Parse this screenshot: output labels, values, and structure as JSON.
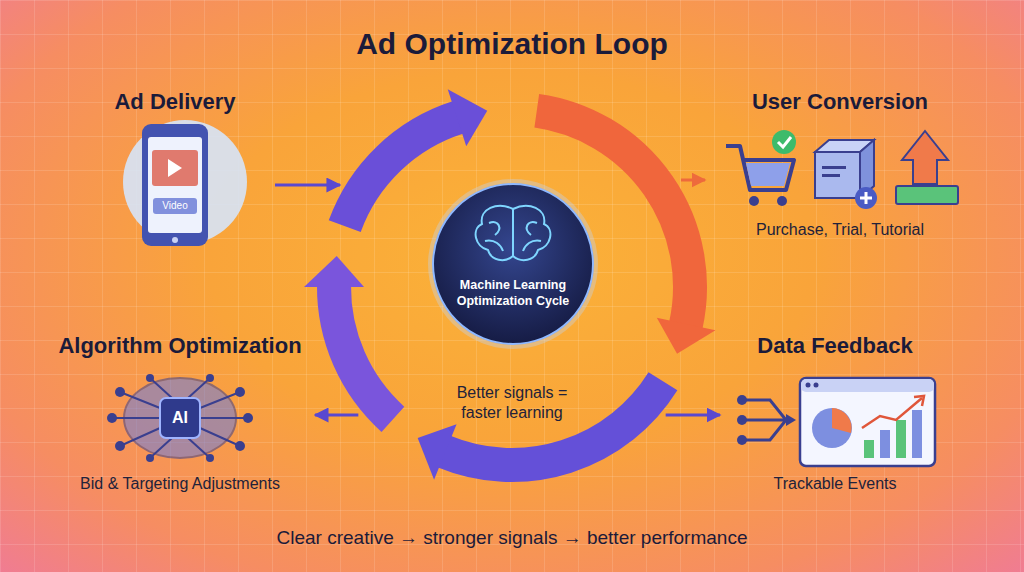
{
  "diagram": {
    "title": "Ad Optimization Loop",
    "caption": "Clear creative → stronger signals → better performance",
    "nodes": [
      {
        "text": [
          "Ad Delivery"
        ]
      },
      {
        "text": [
          "User Conversion",
          "Purchase, Trial, Tutorial"
        ]
      },
      {
        "text": [
          "Better signals = faster learning"
        ]
      },
      {
        "text": [
          "Machine Learning Optimization Cycle"
        ],
        "in": 2
      },
      {
        "text": [
          "Algorithm Optimization",
          "Bid & Targeting Adjustments"
        ]
      },
      {
        "text": [
          "Data Feedback",
          "Trackable Events"
        ]
      }
    ],
    "edges": [
      {
        "from": 0,
        "to": 2,
        "arrow": "to"
      },
      {
        "from": 2,
        "to": 1,
        "arrow": "to"
      },
      {
        "from": 2,
        "to": 5,
        "arrow": "to"
      },
      {
        "from": 2,
        "to": 4,
        "arrow": "to"
      }
    ],
    "labels": [
      "Video",
      "AI"
    ]
  }
}
